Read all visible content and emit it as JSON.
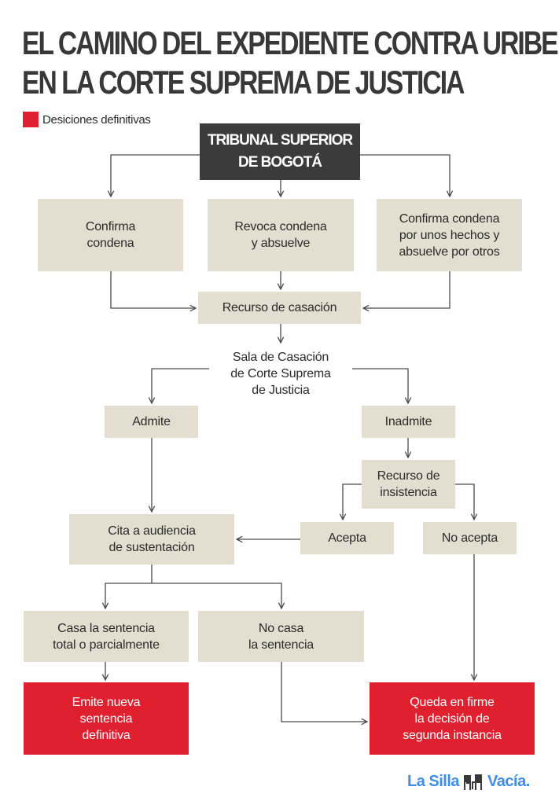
{
  "title": {
    "line1": "EL CAMINO DEL EXPEDIENTE CONTRA URIBE",
    "line2": "EN LA CORTE SUPREMA DE JUSTICIA"
  },
  "legend": {
    "label": "Desiciones definitivas",
    "color": "#e0202e"
  },
  "colors": {
    "box": "#e4ded1",
    "dark_box": "#3b3b3b",
    "definitive": "#e0202e",
    "connector": "#4a4a4a",
    "brand": "#3d8cf0"
  },
  "nodes": {
    "tribunal": "TRIBUNAL SUPERIOR\nDE BOGOTÁ",
    "confirma_condena": "Confirma\ncondena",
    "revoca_condena": "Revoca condena\ny absuelve",
    "confirma_parcial": "Confirma condena\npor unos hechos y\nabsuelve por otros",
    "recurso_casacion": "Recurso de casación",
    "sala_casacion": "Sala de Casación\nde Corte Suprema\nde Justicia",
    "admite": "Admite",
    "inadmite": "Inadmite",
    "recurso_insistencia": "Recurso de\ninsistencia",
    "acepta": "Acepta",
    "no_acepta": "No acepta",
    "cita_audiencia": "Cita a audiencia\nde sustentación",
    "casa_sentencia": "Casa la sentencia\ntotal o parcialmente",
    "no_casa": "No casa\nla sentencia",
    "emite_nueva": "Emite nueva\nsentencia\ndefinitiva",
    "queda_firme": "Queda en firme\nla decisión de\nsegunda instancia"
  },
  "edges": [
    [
      "tribunal",
      "confirma_condena"
    ],
    [
      "tribunal",
      "revoca_condena"
    ],
    [
      "tribunal",
      "confirma_parcial"
    ],
    [
      "confirma_condena",
      "recurso_casacion"
    ],
    [
      "revoca_condena",
      "recurso_casacion"
    ],
    [
      "confirma_parcial",
      "recurso_casacion"
    ],
    [
      "recurso_casacion",
      "sala_casacion"
    ],
    [
      "sala_casacion",
      "admite"
    ],
    [
      "sala_casacion",
      "inadmite"
    ],
    [
      "admite",
      "cita_audiencia"
    ],
    [
      "inadmite",
      "recurso_insistencia"
    ],
    [
      "recurso_insistencia",
      "acepta"
    ],
    [
      "recurso_insistencia",
      "no_acepta"
    ],
    [
      "acepta",
      "cita_audiencia"
    ],
    [
      "cita_audiencia",
      "casa_sentencia"
    ],
    [
      "cita_audiencia",
      "no_casa"
    ],
    [
      "casa_sentencia",
      "emite_nueva"
    ],
    [
      "no_casa",
      "queda_firme"
    ],
    [
      "no_acepta",
      "queda_firme"
    ]
  ],
  "logo": {
    "left": "La Silla",
    "right": "Vacía.",
    "icon": "chairs-icon"
  }
}
